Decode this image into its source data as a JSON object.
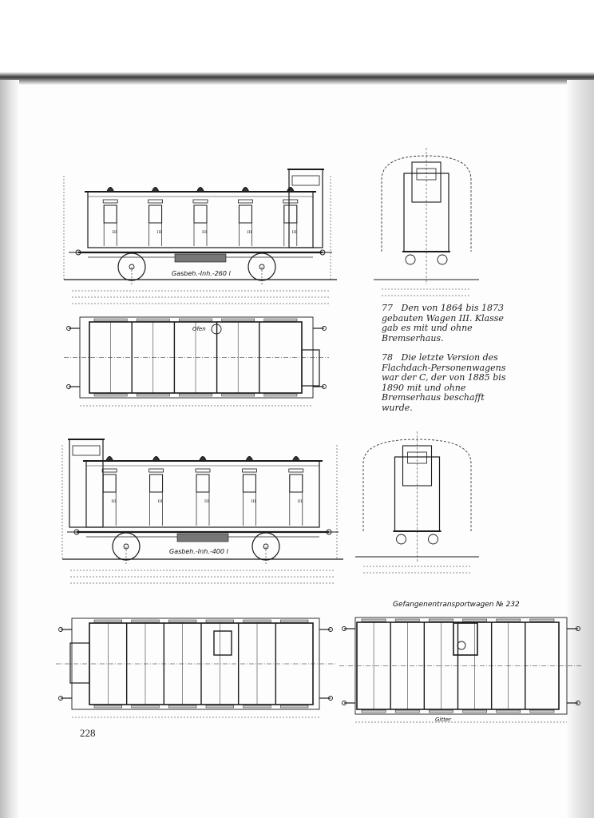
{
  "page_number": "228",
  "captions": [
    {
      "number": "77",
      "text": "Den von 1864 bis 1873 gebauten Wagen III. Klasse gab es mit und ohne Bremserhaus."
    },
    {
      "number": "78",
      "text": "Die letzte Version des Flachdach-Personenwagens war der C, der von 1885 bis 1890 mit und ohne Bremserhaus beschafft wurde."
    }
  ],
  "drawings": {
    "car1_side": {
      "gas_label": "Gasbeh.-Inh.-260 l"
    },
    "car1_plan": {
      "stove_label": "Ofen"
    },
    "car2_side": {
      "gas_label": "Gasbeh.-Inh.-400 l"
    },
    "prison_car": {
      "title": "Gefangenentransportwagen № 232",
      "grille_label": "Gitter"
    }
  }
}
